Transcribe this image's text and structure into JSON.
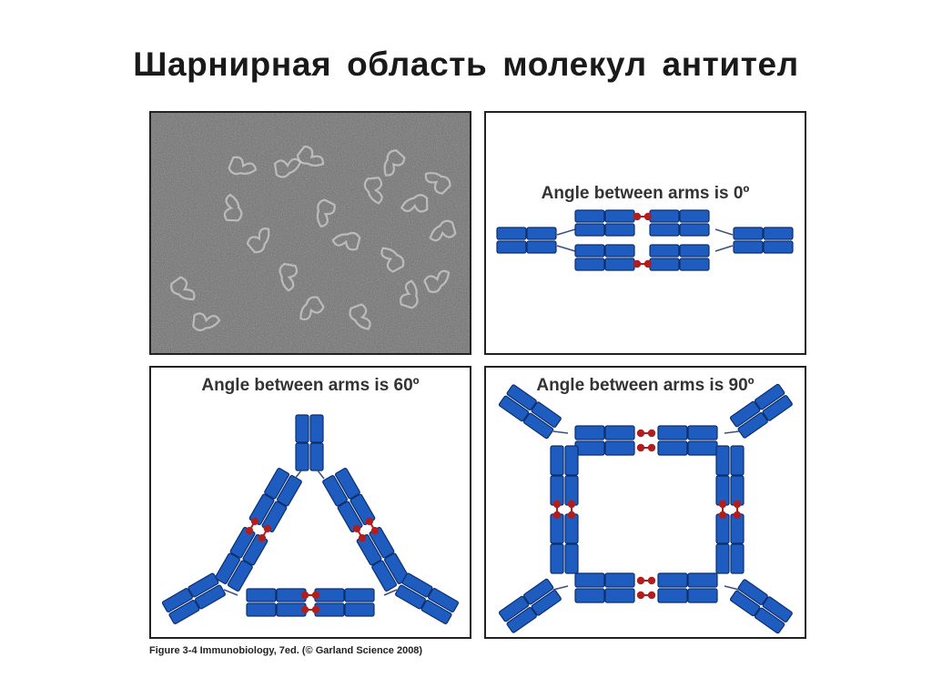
{
  "slide": {
    "title": "Шарнирная  область  молекул  антител"
  },
  "panels": {
    "micrograph": {
      "caption": ""
    },
    "angle_0": {
      "caption": "Angle between arms is 0º"
    },
    "angle_60": {
      "caption": "Angle between arms is 60º"
    },
    "angle_90": {
      "caption": "Angle between arms is 90º"
    }
  },
  "credit": "Figure 3-4 Immunobiology, 7ed. (© Garland Science 2008)",
  "colors": {
    "domain_fill": "#1e5cc0",
    "domain_stroke": "#0d2f6e",
    "disulfide": "#b01e1e",
    "micrograph_bg": "#6e6e6e"
  }
}
